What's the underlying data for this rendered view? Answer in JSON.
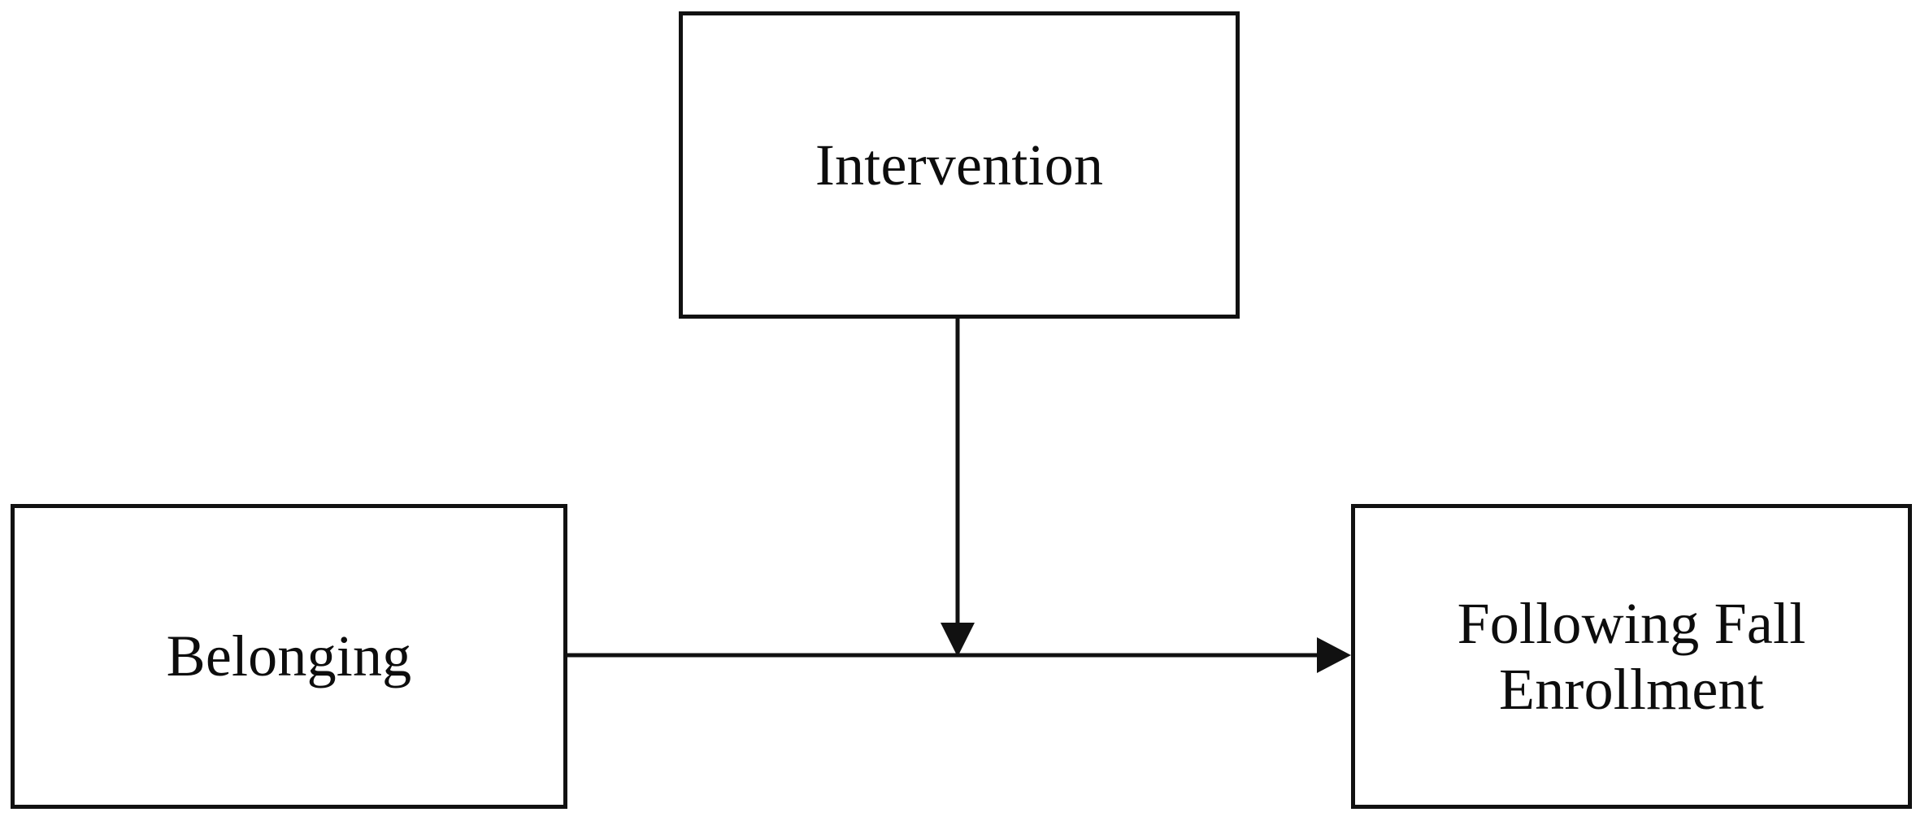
{
  "diagram": {
    "type": "moderation-path-model",
    "background_color": "#ffffff",
    "line_color": "#111111",
    "text_color": "#0d0d0d",
    "nodes": [
      {
        "id": "intervention",
        "label": "Intervention"
      },
      {
        "id": "belonging",
        "label": "Belonging"
      },
      {
        "id": "enrollment",
        "label": "Following Fall\nEnrollment"
      }
    ],
    "edges": [
      {
        "id": "belonging-to-enrollment",
        "from": "belonging",
        "to": "enrollment",
        "label": "",
        "arrowhead": "right"
      },
      {
        "id": "intervention-to-path",
        "from": "intervention",
        "to": "belonging-to-enrollment",
        "label": "",
        "arrowhead": "down"
      }
    ]
  }
}
